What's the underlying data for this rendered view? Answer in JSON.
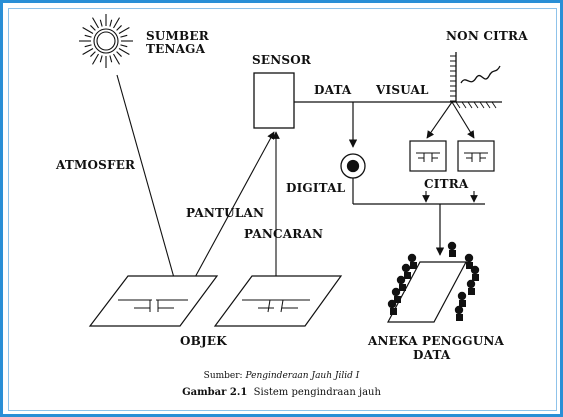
{
  "diagram": {
    "labels": {
      "energy_source": [
        "SUMBER",
        "TENAGA"
      ],
      "atmosphere": "ATMOSFER",
      "sensor": "SENSOR",
      "data": "DATA",
      "visual": "VISUAL",
      "non_image": "NON CITRA",
      "digital": "DIGITAL",
      "image": "CITRA",
      "reflection": "PANTULAN",
      "emission": "PANCARAN",
      "object": "OBJEK",
      "users": [
        "ANEKA PENGGUNA",
        "DATA"
      ]
    }
  },
  "caption": {
    "source_prefix": "Sumber:",
    "source_title": "Penginderaan Jauh Jilid I",
    "figure_number": "Gambar 2.1",
    "figure_title": "Sistem pengindraan jauh"
  },
  "colors": {
    "frame": "#2a8fd6",
    "ink": "#111111"
  }
}
